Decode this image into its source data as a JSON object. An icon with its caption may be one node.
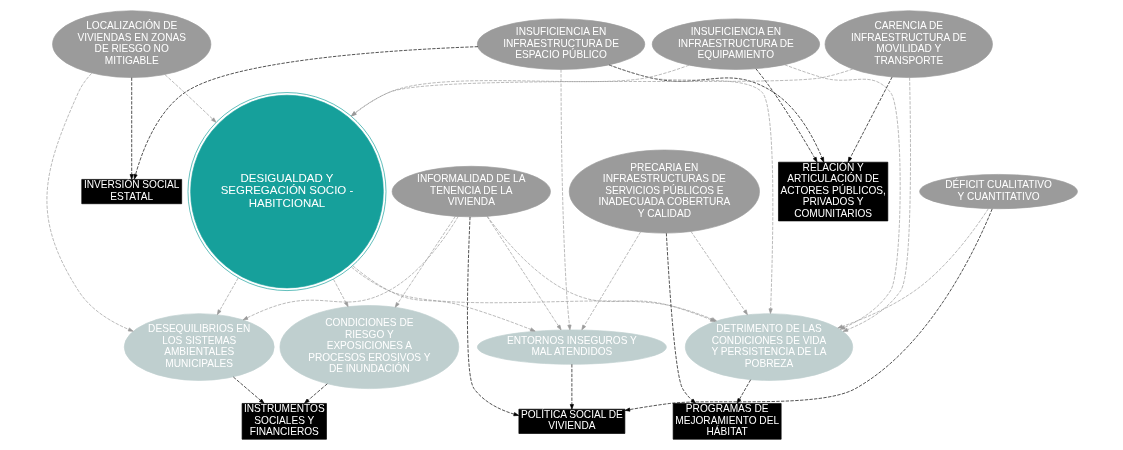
{
  "diagram": {
    "nodes": [
      {
        "text": [
          "INVERSIÓN SOCIAL ESTATAL"
        ]
      },
      {
        "text": [
          "RELACIÓN Y ARTICULACIÓN DE ACTORES PÚBLICOS, PRIVADOS Y COMUNITARIOS"
        ]
      },
      {
        "text": [
          "LOCALIZACIÓN DE VIVIENDAS EN ZONAS DE RIESGO NO MITIGABLE"
        ]
      },
      {
        "text": [
          "INSUFICIENCIA EN INFRAESTRUCTURA DE ESPACIO PÚBLICO"
        ]
      },
      {
        "text": [
          "INSUFICIENCIA EN INFRAESTRUCTURA DE EQUIPAMIENTO"
        ]
      },
      {
        "text": [
          "INFORMALIDAD DE LA TENENCIA DE LA VIVIENDA"
        ]
      },
      {
        "text": [
          "CARENCIA DE INFRAESTRUCTURA DE MOVILIDAD Y TRANSPORTE"
        ]
      },
      {
        "text": [
          "DESIGUALDAD Y SEGREGACIÓN SOCIO - HABITCIONAL"
        ]
      },
      {
        "text": [
          "POLÍTICA SOCIAL DE VIVIENDA"
        ]
      },
      {
        "text": [
          "DÉFICIT CUALITATIVO Y CUANTITATIVO"
        ]
      },
      {
        "text": [
          "PRECARIA EN INFRAESTRUCTURAS DE SERVICIOS PÚBLICOS E INADECUADA COBERTURA Y CALIDAD"
        ]
      },
      {
        "text": [
          "ENTORNOS INSEGUROS Y MAL ATENDIDOS"
        ]
      },
      {
        "text": [
          "DESEQUILIBRIOS EN LOS SISTEMAS AMBIENTALES MUNICIPALES"
        ]
      },
      {
        "text": [
          "CONDICIONES DE RIESGO Y EXPOSICIONES A PROCESOS EROSIVOS Y DE INUNDACIÓN"
        ]
      },
      {
        "text": [
          "DETRIMENTO DE LAS CONDICIONES DE VIDA Y PERSISTENCIA DE LA POBREZA"
        ]
      },
      {
        "text": [
          "PROGRAMAS DE MEJORAMIENTO DEL HÁBITAT"
        ]
      },
      {
        "text": [
          "INSTRUMENTOS SOCIALES Y FINANCIEROS"
        ]
      }
    ],
    "edges": [
      {
        "from": 3,
        "to": 0,
        "arrow": "to",
        "style": "dashed",
        "color": "#000000"
      },
      {
        "from": 3,
        "to": 1,
        "arrow": "to",
        "style": "dashed",
        "color": "#000000"
      },
      {
        "from": 2,
        "to": 0,
        "arrow": "to",
        "style": "dashed",
        "color": "#000000"
      },
      {
        "from": 4,
        "to": 1,
        "arrow": "to",
        "style": "dashed",
        "color": "#000000"
      },
      {
        "from": 6,
        "to": 1,
        "arrow": "to",
        "style": "dashed",
        "color": "#000000"
      },
      {
        "from": 5,
        "to": 8,
        "arrow": "to",
        "style": "dashed",
        "color": "#000000"
      },
      {
        "from": 9,
        "to": 8,
        "arrow": "to",
        "style": "dashed",
        "color": "#000000"
      },
      {
        "from": 11,
        "to": 8,
        "arrow": "to",
        "style": "dashed",
        "color": "#000000"
      },
      {
        "from": 10,
        "to": 15,
        "arrow": "to",
        "style": "dashed",
        "color": "#000000"
      },
      {
        "from": 14,
        "to": 15,
        "arrow": "to",
        "style": "dashed",
        "color": "#000000"
      },
      {
        "from": 12,
        "to": 16,
        "arrow": "to",
        "style": "dashed",
        "color": "#000000"
      },
      {
        "from": 13,
        "to": 16,
        "arrow": "to",
        "style": "dashed",
        "color": "#000000"
      },
      {
        "from": 2,
        "to": 7,
        "arrow": "to",
        "style": "dashed"
      },
      {
        "from": 4,
        "to": 7,
        "arrow": "to",
        "style": "dashed"
      },
      {
        "from": 6,
        "to": 7,
        "arrow": "to",
        "style": "dashed"
      },
      {
        "from": 5,
        "to": 11,
        "arrow": "to",
        "style": "dashed"
      },
      {
        "from": 5,
        "to": 12,
        "arrow": "to",
        "style": "dashed"
      },
      {
        "from": 5,
        "to": 13,
        "arrow": "to",
        "style": "dashed"
      },
      {
        "from": 5,
        "to": 14,
        "arrow": "to",
        "style": "dashed"
      },
      {
        "from": 2,
        "to": 12,
        "arrow": "to",
        "style": "dashed"
      },
      {
        "from": 3,
        "to": 11,
        "arrow": "to",
        "style": "dashed"
      },
      {
        "from": 3,
        "to": 14,
        "arrow": "to",
        "style": "dashed"
      },
      {
        "from": 4,
        "to": 14,
        "arrow": "to",
        "style": "dashed"
      },
      {
        "from": 6,
        "to": 14,
        "arrow": "to",
        "style": "dashed"
      },
      {
        "from": 10,
        "to": 14,
        "arrow": "to",
        "style": "dashed"
      },
      {
        "from": 10,
        "to": 11,
        "arrow": "to",
        "style": "dashed"
      },
      {
        "from": 9,
        "to": 14,
        "arrow": "to",
        "style": "dashed"
      },
      {
        "from": 7,
        "to": 11,
        "arrow": "to",
        "style": "dashed"
      },
      {
        "from": 7,
        "to": 12,
        "arrow": "to",
        "style": "dashed"
      },
      {
        "from": 7,
        "to": 13,
        "arrow": "to",
        "style": "dashed"
      },
      {
        "from": 7,
        "to": 14,
        "arrow": "to",
        "style": "dashed"
      }
    ]
  }
}
